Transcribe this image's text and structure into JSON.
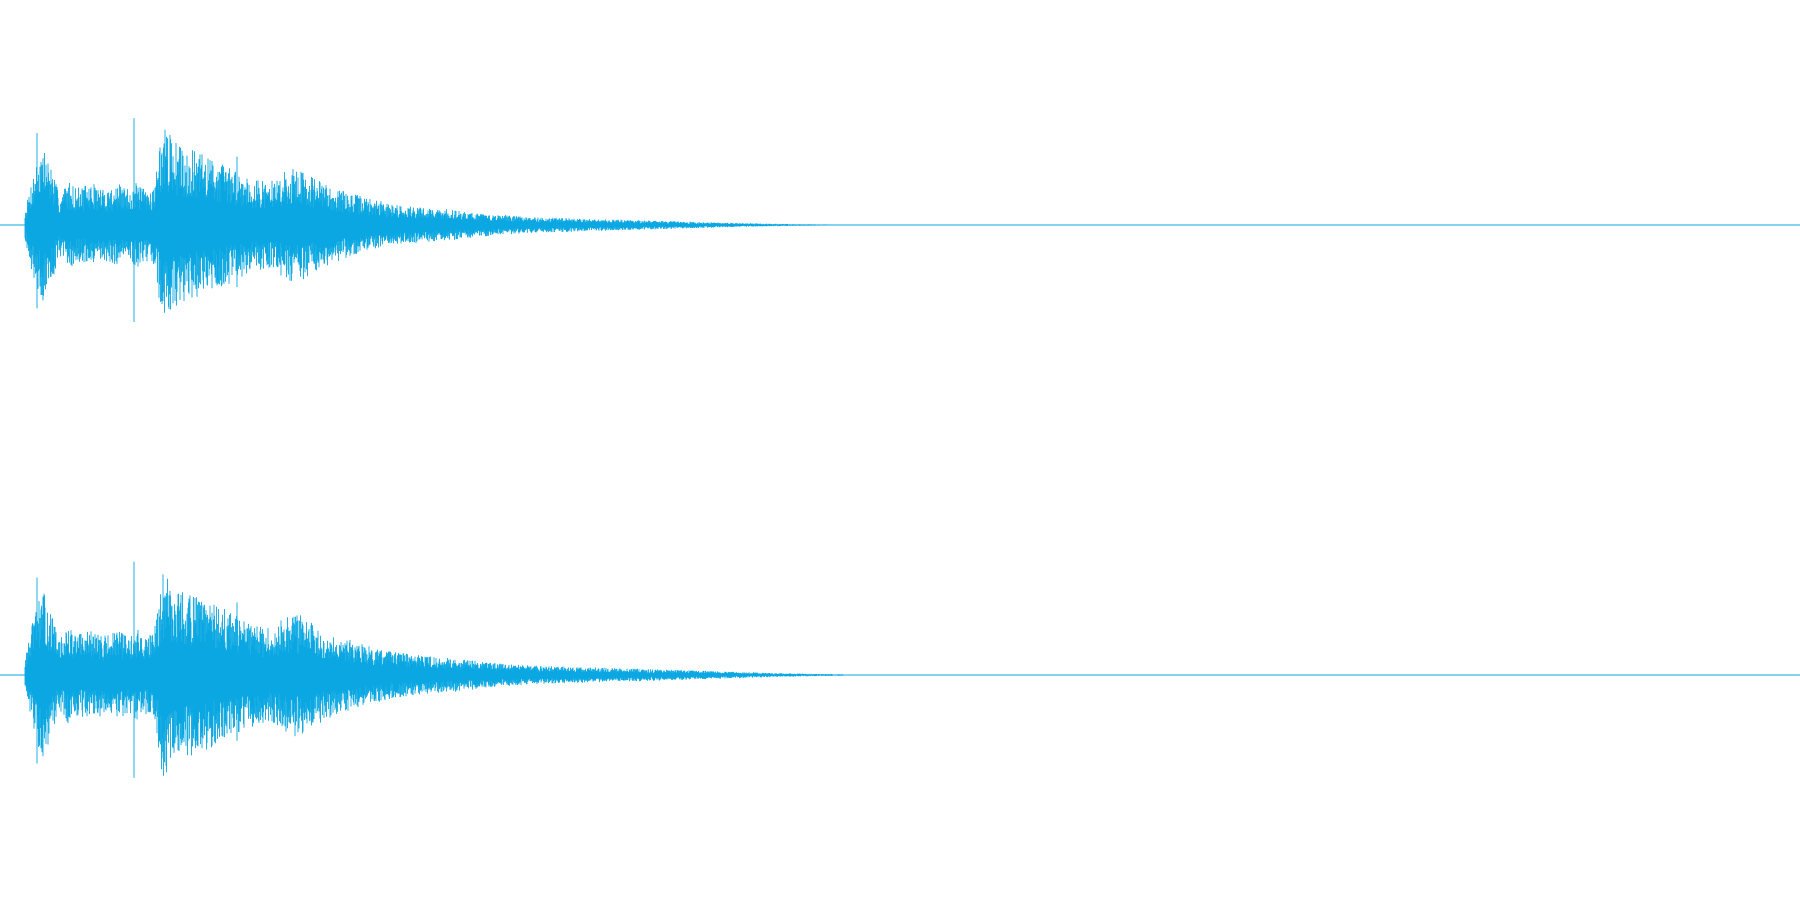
{
  "colors": {
    "background": "#ffffff",
    "waveform": "#0aa7e2"
  },
  "waveform": {
    "channel_count": 2,
    "peak_amplitude_top": [
      0.14,
      0.55,
      0.8,
      0.62,
      0.3,
      0.45,
      0.38,
      0.4,
      0.42,
      0.36,
      0.39,
      0.41,
      0.37,
      0.43,
      0.36,
      0.4,
      1.0,
      0.9,
      0.8,
      0.77,
      0.74,
      0.71,
      0.67,
      0.63,
      0.58,
      0.53,
      0.5,
      0.46,
      0.44,
      0.45,
      0.53,
      0.58,
      0.57,
      0.52,
      0.46,
      0.42,
      0.38,
      0.35,
      0.32,
      0.3,
      0.27,
      0.25,
      0.23,
      0.21,
      0.2,
      0.19,
      0.18,
      0.17,
      0.16,
      0.16,
      0.15,
      0.14,
      0.13,
      0.12,
      0.11,
      0.1,
      0.1,
      0.09,
      0.085,
      0.08,
      0.078,
      0.075,
      0.072,
      0.07,
      0.067,
      0.064,
      0.062,
      0.06,
      0.057,
      0.055,
      0.052,
      0.05,
      0.047,
      0.045,
      0.042,
      0.04,
      0.037,
      0.035,
      0.032,
      0.03,
      0.027,
      0.025,
      0.022,
      0.02,
      0.018,
      0.016,
      0.014,
      0.012,
      0.011,
      0.01,
      0.009,
      0.008,
      0.007,
      0.006,
      0.005,
      0.004,
      0.0
    ],
    "peak_amplitude_bottom": [
      0.15,
      0.55,
      0.82,
      0.6,
      0.33,
      0.47,
      0.39,
      0.41,
      0.43,
      0.38,
      0.4,
      0.42,
      0.38,
      0.44,
      0.37,
      0.41,
      1.0,
      0.91,
      0.81,
      0.78,
      0.75,
      0.72,
      0.68,
      0.64,
      0.59,
      0.54,
      0.51,
      0.47,
      0.45,
      0.46,
      0.54,
      0.59,
      0.58,
      0.53,
      0.47,
      0.43,
      0.39,
      0.36,
      0.33,
      0.31,
      0.28,
      0.26,
      0.24,
      0.22,
      0.21,
      0.2,
      0.19,
      0.18,
      0.17,
      0.17,
      0.16,
      0.15,
      0.14,
      0.13,
      0.12,
      0.11,
      0.11,
      0.1,
      0.095,
      0.09,
      0.088,
      0.085,
      0.082,
      0.08,
      0.077,
      0.074,
      0.072,
      0.07,
      0.067,
      0.065,
      0.062,
      0.06,
      0.057,
      0.055,
      0.052,
      0.05,
      0.047,
      0.045,
      0.042,
      0.04,
      0.037,
      0.035,
      0.032,
      0.03,
      0.027,
      0.025,
      0.022,
      0.02,
      0.018,
      0.016,
      0.014,
      0.012,
      0.011,
      0.01,
      0.009,
      0.008,
      0.0
    ]
  }
}
